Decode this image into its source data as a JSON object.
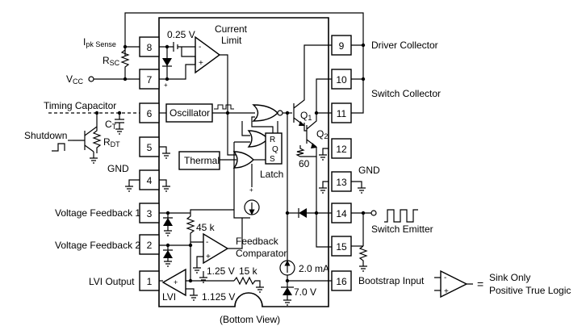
{
  "pins": {
    "p8": "8",
    "p7": "7",
    "p6": "6",
    "p5": "5",
    "p4": "4",
    "p3": "3",
    "p2": "2",
    "p1": "1",
    "p9": "9",
    "p10": "10",
    "p11": "11",
    "p12": "12",
    "p13": "13",
    "p14": "14",
    "p15": "15",
    "p16": "16"
  },
  "left_labels": {
    "ipk_main": "I",
    "ipk_sub": "pk Sense",
    "rsc_main": "R",
    "rsc_sub": "SC",
    "vcc_main": "V",
    "vcc_sub": "CC",
    "timing_capacitor": "Timing Capacitor",
    "ct_main": "C",
    "ct_sub": "T",
    "rdt_main": "R",
    "rdt_sub": "DT",
    "shutdown": "Shutdown",
    "gnd": "GND",
    "voltage_feedback_1": "Voltage Feedback 1",
    "voltage_feedback_2": "Voltage Feedback 2",
    "lvi_output": "LVI Output"
  },
  "right_labels": {
    "driver_collector": "Driver Collector",
    "switch_collector": "Switch Collector",
    "gnd": "GND",
    "switch_emitter": "Switch Emitter",
    "bootstrap_input": "Bootstrap Input"
  },
  "internal_labels": {
    "v025": "0.25 V",
    "current_limit_1": "Current",
    "current_limit_2": "Limit",
    "oscillator": "Oscillator",
    "thermal": "Thermal",
    "latch": "Latch",
    "latch_r": "R",
    "latch_q": "Q",
    "latch_s": "S",
    "q1_main": "Q",
    "q1_sub": "1",
    "q2_main": "Q",
    "q2_sub": "2",
    "r60": "60",
    "r45k": "45 k",
    "feedback_comparator_1": "Feedback",
    "feedback_comparator_2": "Comparator",
    "v125": "1.25 V",
    "r15k": "15 k",
    "i20ma": "2.0 mA",
    "v70": "7.0 V",
    "v1125": "1.125 V",
    "lvi": "LVI",
    "plus": "+",
    "minus": "-"
  },
  "footer": {
    "bottom_view": "(Bottom View)"
  },
  "legend": {
    "equals": "=",
    "sink_only": "Sink Only",
    "positive_true_logic": "Positive True Logic"
  }
}
